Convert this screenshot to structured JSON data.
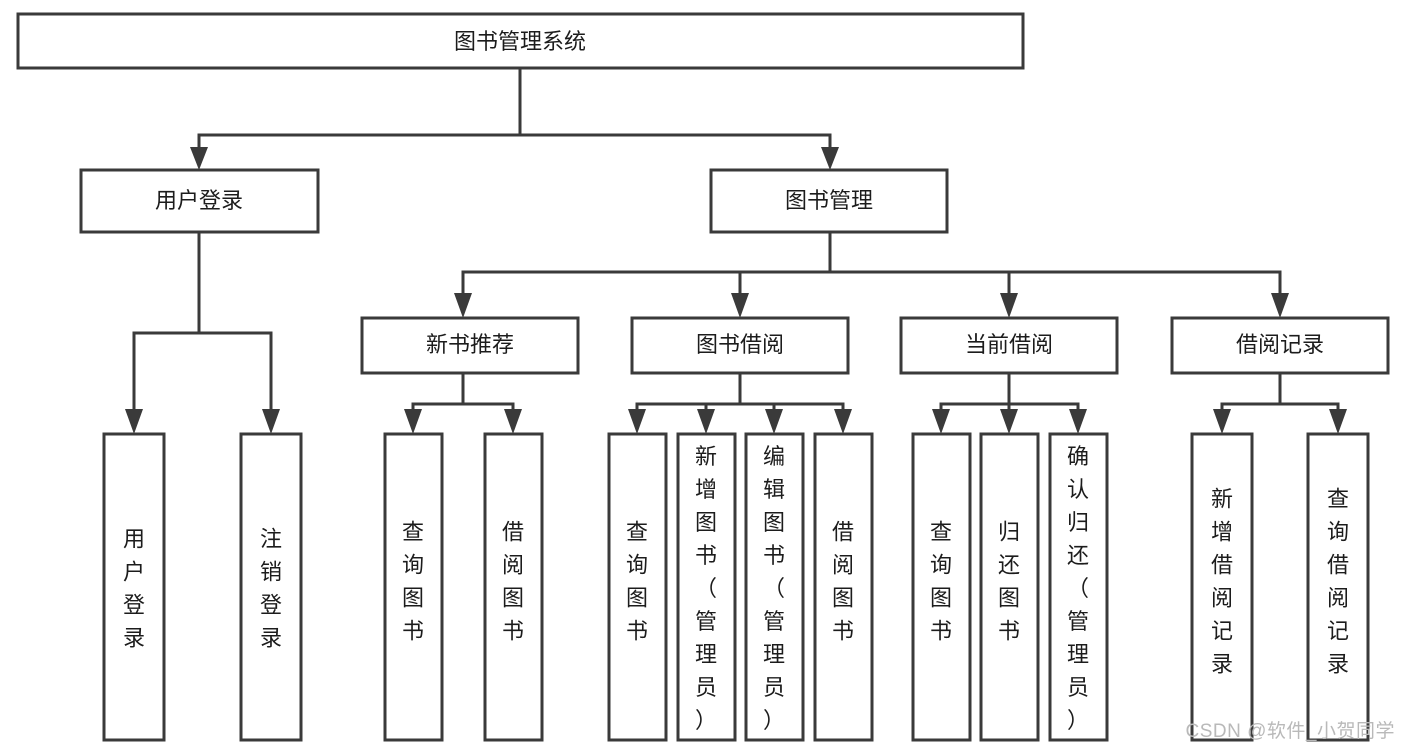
{
  "diagram": {
    "title": "图书管理系统",
    "type": "hierarchy-tree",
    "watermark": "CSDN @软件_小贺同学",
    "colors": {
      "stroke": "#3a3a3a",
      "fill": "#ffffff",
      "text": "#1c1c1c",
      "watermark": "#b9b9b9"
    },
    "levels": {
      "level1": [
        {
          "id": "root",
          "label": "图书管理系统"
        }
      ],
      "level2": [
        {
          "id": "user-login",
          "label": "用户登录",
          "parent": "root"
        },
        {
          "id": "book-mgmt",
          "label": "图书管理",
          "parent": "root"
        }
      ],
      "level3": [
        {
          "id": "new-book-rec",
          "label": "新书推荐",
          "parent": "book-mgmt"
        },
        {
          "id": "book-borrow",
          "label": "图书借阅",
          "parent": "book-mgmt"
        },
        {
          "id": "current-borrow",
          "label": "当前借阅",
          "parent": "book-mgmt"
        },
        {
          "id": "borrow-record",
          "label": "借阅记录",
          "parent": "book-mgmt"
        }
      ],
      "level4": [
        {
          "id": "leaf-user-login",
          "label": "用户登录",
          "parent": "user-login"
        },
        {
          "id": "leaf-user-logout",
          "label": "注销登录",
          "parent": "user-login"
        },
        {
          "id": "leaf-query-book-1",
          "label": "查询图书",
          "parent": "new-book-rec"
        },
        {
          "id": "leaf-borrow-book-1",
          "label": "借阅图书",
          "parent": "new-book-rec"
        },
        {
          "id": "leaf-query-book-2",
          "label": "查询图书",
          "parent": "book-borrow"
        },
        {
          "id": "leaf-add-book",
          "label": "新增图书（管理员）",
          "parent": "book-borrow"
        },
        {
          "id": "leaf-edit-book",
          "label": "编辑图书（管理员）",
          "parent": "book-borrow"
        },
        {
          "id": "leaf-borrow-book-2",
          "label": "借阅图书",
          "parent": "book-borrow"
        },
        {
          "id": "leaf-query-book-3",
          "label": "查询图书",
          "parent": "current-borrow"
        },
        {
          "id": "leaf-return-book",
          "label": "归还图书",
          "parent": "current-borrow"
        },
        {
          "id": "leaf-confirm-return",
          "label": "确认归还（管理员）",
          "parent": "current-borrow"
        },
        {
          "id": "leaf-add-record",
          "label": "新增借阅记录",
          "parent": "borrow-record"
        },
        {
          "id": "leaf-query-record",
          "label": "查询借阅记录",
          "parent": "borrow-record"
        }
      ]
    }
  }
}
